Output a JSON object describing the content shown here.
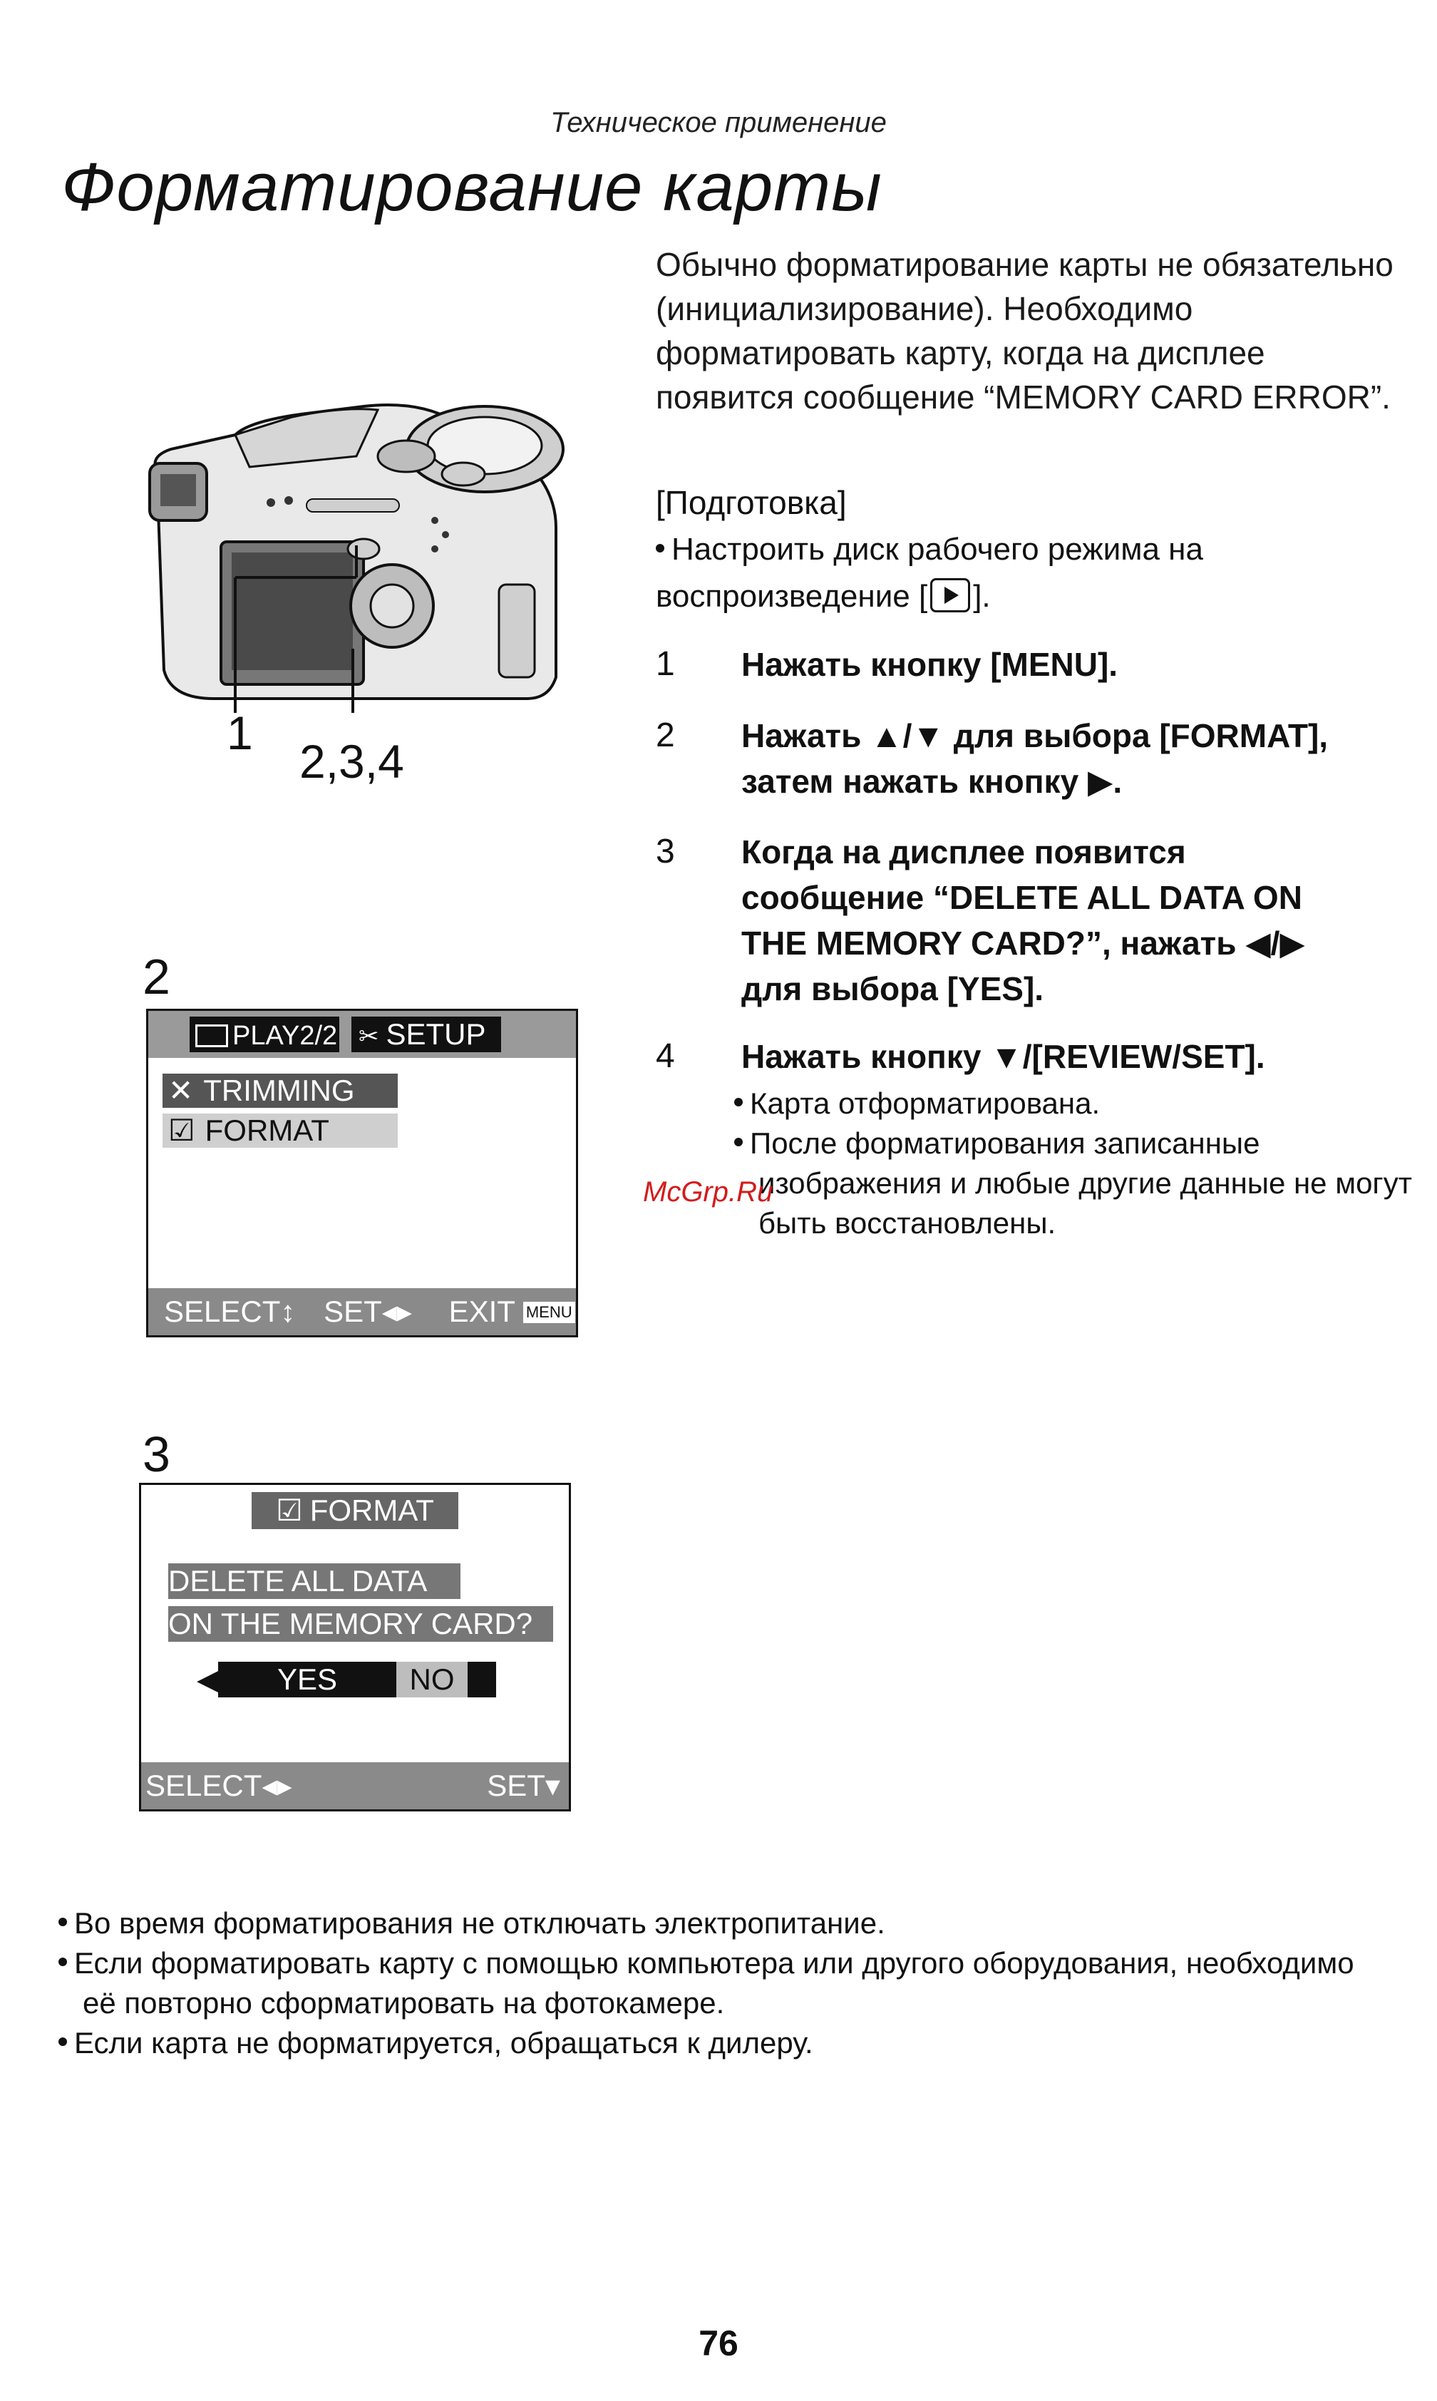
{
  "header": "Техническое применение",
  "title": "Форматирование карты",
  "intro": "Обычно форматирование карты не обязательно (инициализирование). Необходимо форматировать карту, когда на дисплее появится сообщение “MEMORY CARD ERROR”.",
  "prep": {
    "heading": "[Подготовка]",
    "item_before": "Настроить диск рабочего режима на воспроизведение [",
    "item_after": "].",
    "icon": "play-icon"
  },
  "steps": [
    {
      "num": "1",
      "text": "Нажать кнопку [MENU]."
    },
    {
      "num": "2",
      "text": "Нажать ▲/▼ для выбора [FORMAT], затем нажать кнопку ▶."
    },
    {
      "num": "3",
      "text": "Когда на дисплее появится сообщение “DELETE ALL DATA ON THE MEMORY CARD?”, нажать ◀/▶ для выбора [YES]."
    },
    {
      "num": "4",
      "text": "Нажать кнопку ▼/[REVIEW/SET]."
    }
  ],
  "step4_bullets": [
    "Карта отформатирована.",
    "После форматирования записанные изображения и любые другие данные не могут быть восстановлены."
  ],
  "watermark": "McGrp.Ru",
  "camera_callouts": {
    "a": "1",
    "b": "2,3,4"
  },
  "fig2": {
    "label": "2",
    "tab_play": "PLAY2/2",
    "tab_setup": "SETUP",
    "item1": "TRIMMING",
    "item2": "FORMAT",
    "footer_select": "SELECT",
    "footer_set": "SET",
    "footer_exit": "EXIT",
    "footer_menu": "MENU"
  },
  "fig3": {
    "label": "3",
    "title": "FORMAT",
    "line1": "DELETE ALL DATA",
    "line2": "ON THE MEMORY CARD?",
    "yes": "YES",
    "no": "NO",
    "footer_select": "SELECT",
    "footer_set": "SET"
  },
  "notes": [
    "Во время форматирования не отключать электропитание.",
    "Если форматировать карту с помощью компьютера или другого оборудования, необходимо её повторно сформатировать на фотокамере.",
    "Если карта не форматируется, обращаться к дилеру."
  ],
  "page_number": "76"
}
